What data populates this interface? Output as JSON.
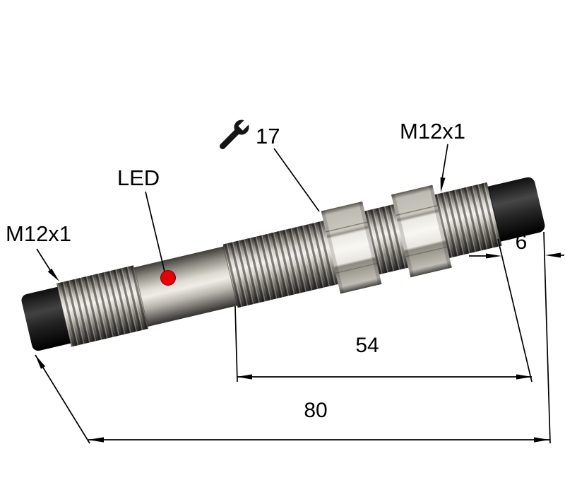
{
  "drawing": {
    "labels": {
      "thread_front": "M12x1",
      "thread_rear": "M12x1",
      "led": "LED",
      "wrench_size": "17"
    },
    "dimensions": {
      "connector_length": "6",
      "thread_length": "54",
      "total_length": "80"
    },
    "colors": {
      "led": "#e60008"
    }
  }
}
